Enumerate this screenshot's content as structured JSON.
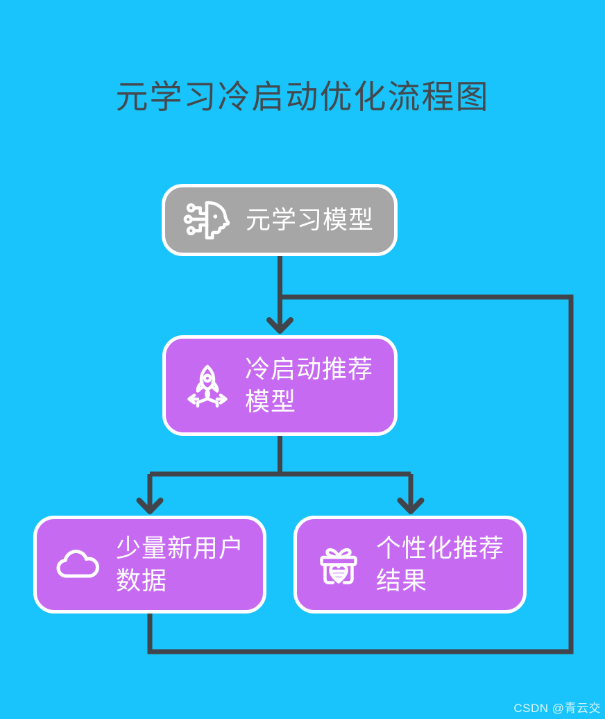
{
  "title": "元学习冷启动优化流程图",
  "watermark": "CSDN @青云交",
  "nodes": [
    {
      "id": "meta-model",
      "label": "元学习模型",
      "icon": "ai-head-icon",
      "fill": "#A6A6A6"
    },
    {
      "id": "cold-start-model",
      "label": "冷启动推荐模型",
      "icon": "rocket-launch-icon",
      "fill": "#C76AF2"
    },
    {
      "id": "new-user-data",
      "label": "少量新用户数据",
      "icon": "cloud-icon",
      "fill": "#C76AF2"
    },
    {
      "id": "personalized-result",
      "label": "个性化推荐结果",
      "icon": "gift-icon",
      "fill": "#C76AF2"
    }
  ],
  "edges": [
    {
      "from": "元学习模型",
      "to": "冷启动推荐模型",
      "type": "arrow"
    },
    {
      "from": "冷启动推荐模型",
      "to": "少量新用户数据",
      "type": "arrow"
    },
    {
      "from": "冷启动推荐模型",
      "to": "个性化推荐结果",
      "type": "arrow"
    },
    {
      "from": "少量新用户数据",
      "to": "冷启动推荐模型",
      "type": "feedback-loop"
    }
  ],
  "colors": {
    "background": "#18C4FB",
    "node_gray": "#A6A6A6",
    "node_purple": "#C76AF2",
    "node_border": "#FFFFFF",
    "connector": "#41454B",
    "title_text": "#45484C",
    "node_text": "#FFFFFF"
  }
}
